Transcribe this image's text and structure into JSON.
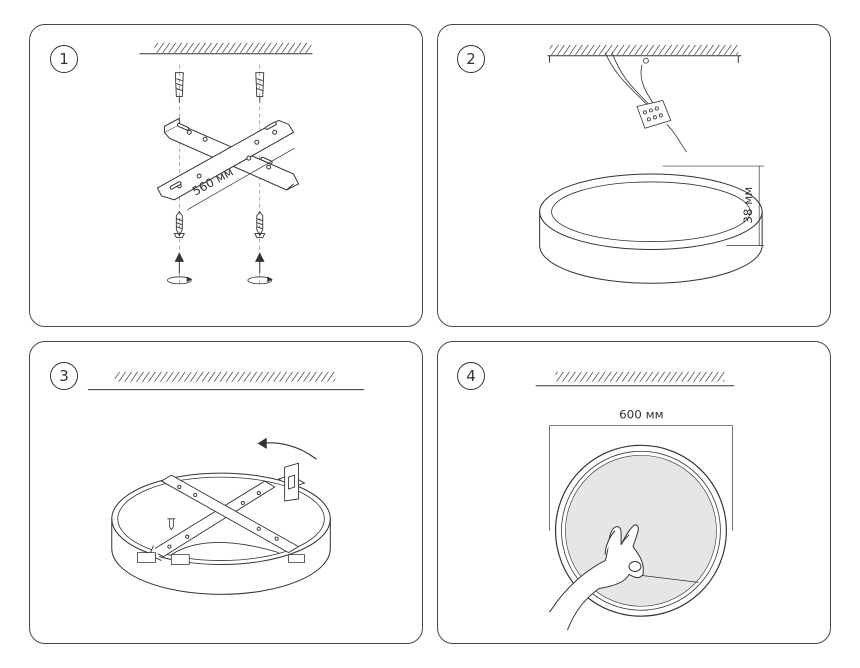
{
  "steps": [
    {
      "number": "1",
      "dimension": "560 мм"
    },
    {
      "number": "2",
      "dimension": "38 мм"
    },
    {
      "number": "3"
    },
    {
      "number": "4",
      "dimension": "600 мм"
    }
  ],
  "colors": {
    "line": "#333333",
    "panel_border": "#4a4a4a",
    "fill_grey": "#e6e6e6"
  }
}
